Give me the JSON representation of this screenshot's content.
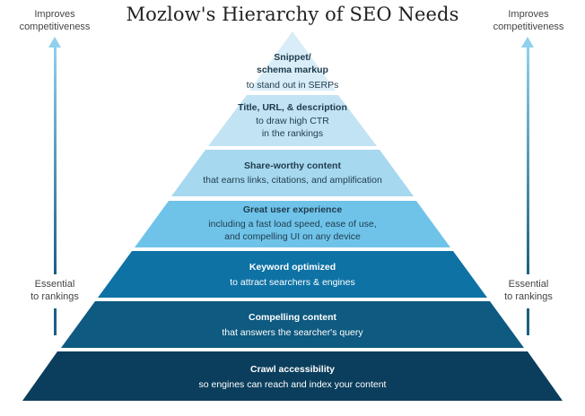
{
  "title": "Mozlow's Hierarchy of SEO Needs",
  "left_axis": {
    "top_label": "Improves\ncompetitiveness",
    "bottom_label": "Essential\nto rankings",
    "arrow_icon": "up-arrow-icon"
  },
  "right_axis": {
    "top_label": "Improves\ncompetitiveness",
    "bottom_label": "Essential\nto rankings",
    "arrow_icon": "up-arrow-icon"
  },
  "colors": {
    "layer_1": "#d8edf7",
    "layer_2": "#c2e3f3",
    "layer_3": "#a6d8ef",
    "layer_4": "#6fc3e9",
    "layer_5": "#0e72a5",
    "layer_6": "#0e5a80",
    "layer_7": "#0b3e5c",
    "arrow_top": "#8fd0ee",
    "arrow_bottom": "#1a5f86"
  },
  "layers": [
    {
      "heading": "Snippet/\nschema markup",
      "description": "to stand out in SERPs"
    },
    {
      "heading": "Title, URL, & description",
      "description": "to draw high CTR\nin the rankings"
    },
    {
      "heading": "Share-worthy content",
      "description": "that earns links, citations, and amplification"
    },
    {
      "heading": "Great user experience",
      "description": "including a fast load speed, ease of use,\nand compelling UI on any device"
    },
    {
      "heading": "Keyword optimized",
      "description": "to attract searchers & engines"
    },
    {
      "heading": "Compelling content",
      "description": "that answers the searcher's query"
    },
    {
      "heading": "Crawl accessibility",
      "description": "so engines can reach and index your content"
    }
  ]
}
